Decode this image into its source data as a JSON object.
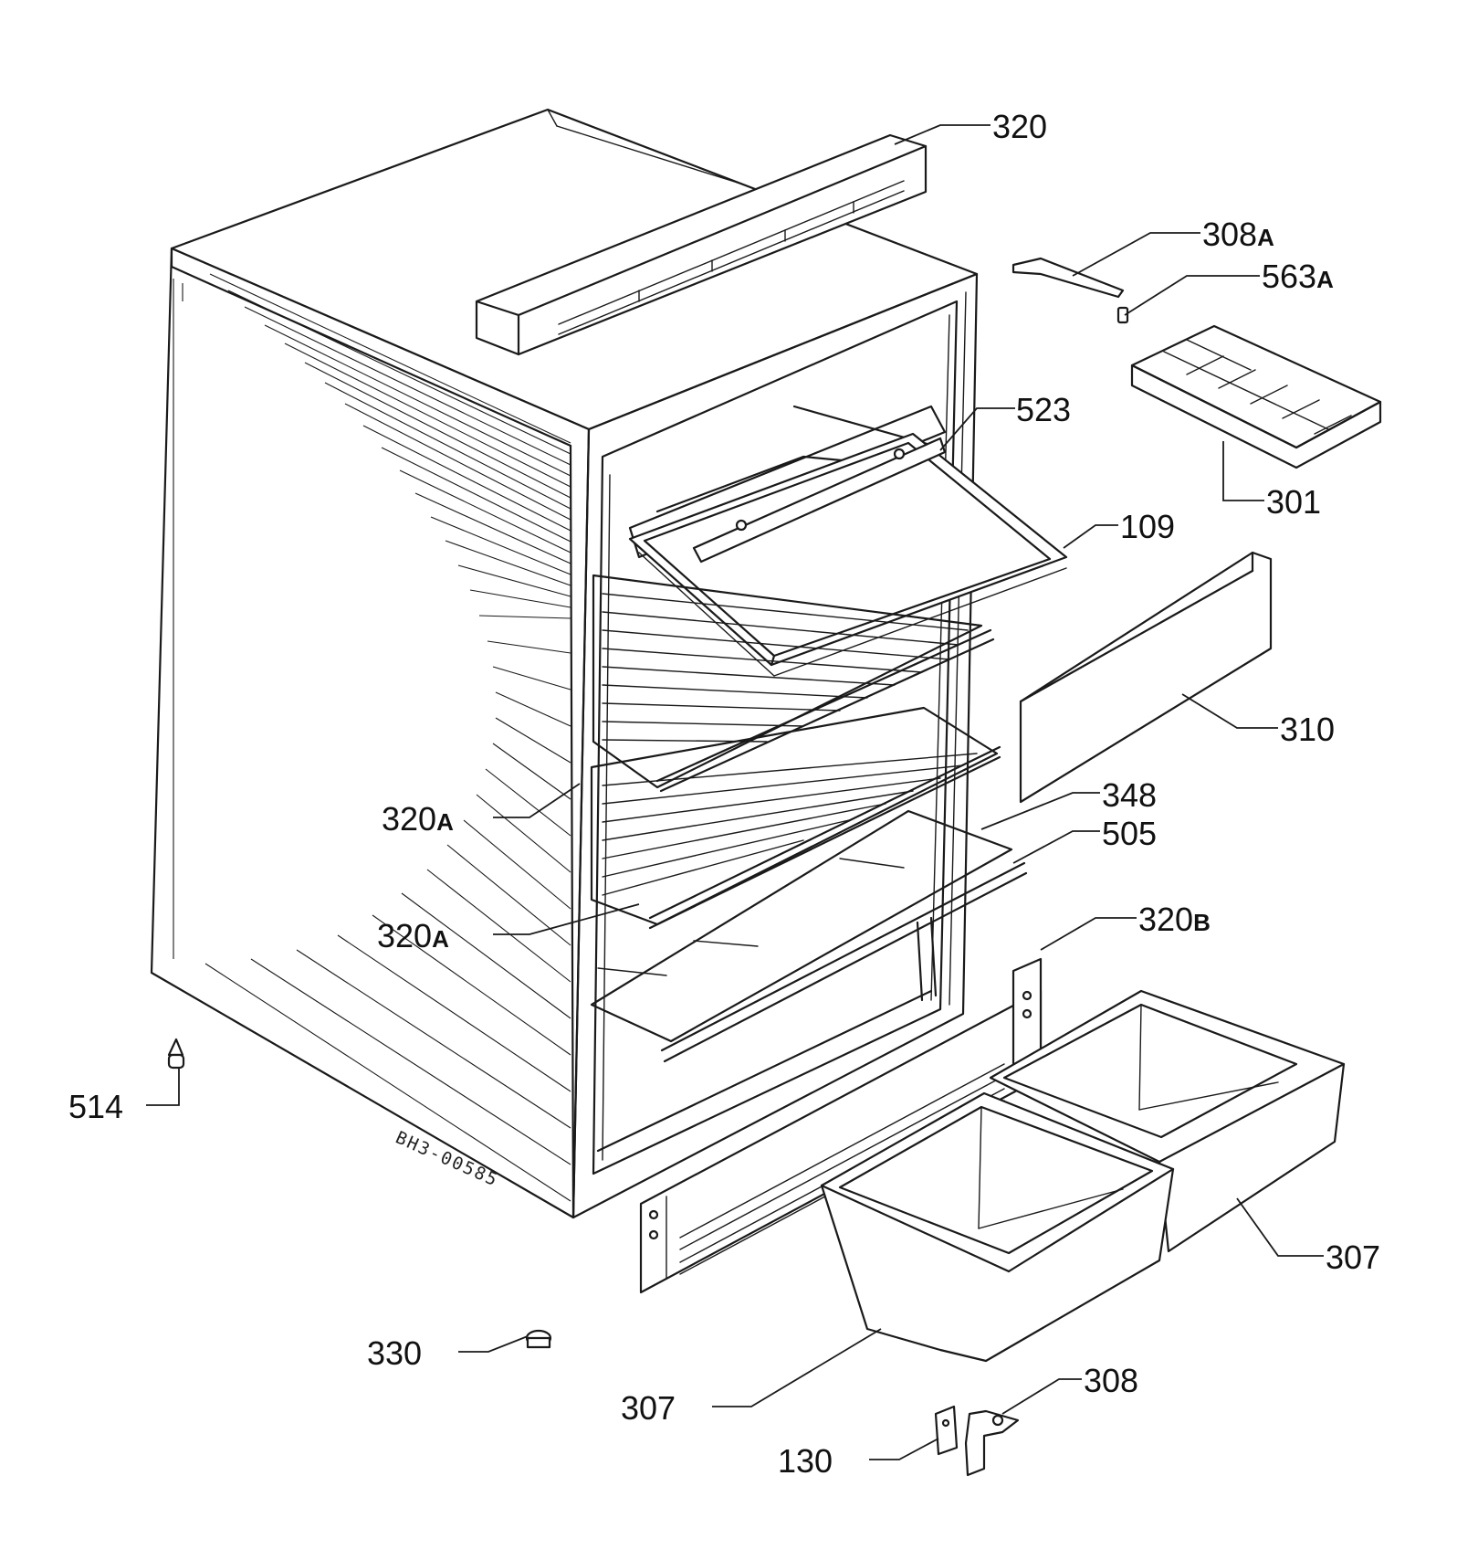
{
  "diagram_code": "BH3-00585",
  "callouts": [
    {
      "id": "c320",
      "num": "320",
      "suffix": ""
    },
    {
      "id": "c308a",
      "num": "308",
      "suffix": "A"
    },
    {
      "id": "c563a",
      "num": "563",
      "suffix": "A"
    },
    {
      "id": "c523",
      "num": "523",
      "suffix": ""
    },
    {
      "id": "c301",
      "num": "301",
      "suffix": ""
    },
    {
      "id": "c109",
      "num": "109",
      "suffix": ""
    },
    {
      "id": "c310",
      "num": "310",
      "suffix": ""
    },
    {
      "id": "c348",
      "num": "348",
      "suffix": ""
    },
    {
      "id": "c505",
      "num": "505",
      "suffix": ""
    },
    {
      "id": "c320a1",
      "num": "320",
      "suffix": "A"
    },
    {
      "id": "c320a2",
      "num": "320",
      "suffix": "A"
    },
    {
      "id": "c320b",
      "num": "320",
      "suffix": "B"
    },
    {
      "id": "c514",
      "num": "514",
      "suffix": ""
    },
    {
      "id": "c307r",
      "num": "307",
      "suffix": ""
    },
    {
      "id": "c330",
      "num": "330",
      "suffix": ""
    },
    {
      "id": "c307l",
      "num": "307",
      "suffix": ""
    },
    {
      "id": "c308",
      "num": "308",
      "suffix": ""
    },
    {
      "id": "c130",
      "num": "130",
      "suffix": ""
    }
  ]
}
